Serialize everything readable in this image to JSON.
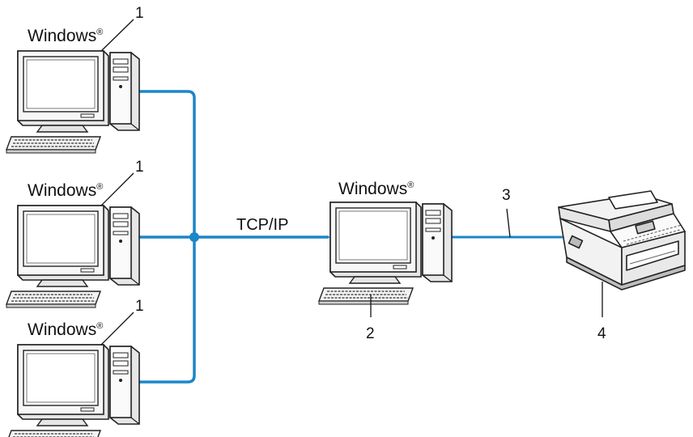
{
  "diagram": {
    "clients": [
      {
        "os": "Windows",
        "mark": "®",
        "callout": "1"
      },
      {
        "os": "Windows",
        "mark": "®",
        "callout": "1"
      },
      {
        "os": "Windows",
        "mark": "®",
        "callout": "1"
      }
    ],
    "server": {
      "os": "Windows",
      "mark": "®",
      "callout": "2"
    },
    "link_callout": "3",
    "printer_callout": "4",
    "network_label": "TCP/IP",
    "colors": {
      "network_line": "#1c86c8",
      "device_outline": "#222222",
      "screen_fill": "#ffffff",
      "device_shade": "#e6e6e6"
    }
  }
}
